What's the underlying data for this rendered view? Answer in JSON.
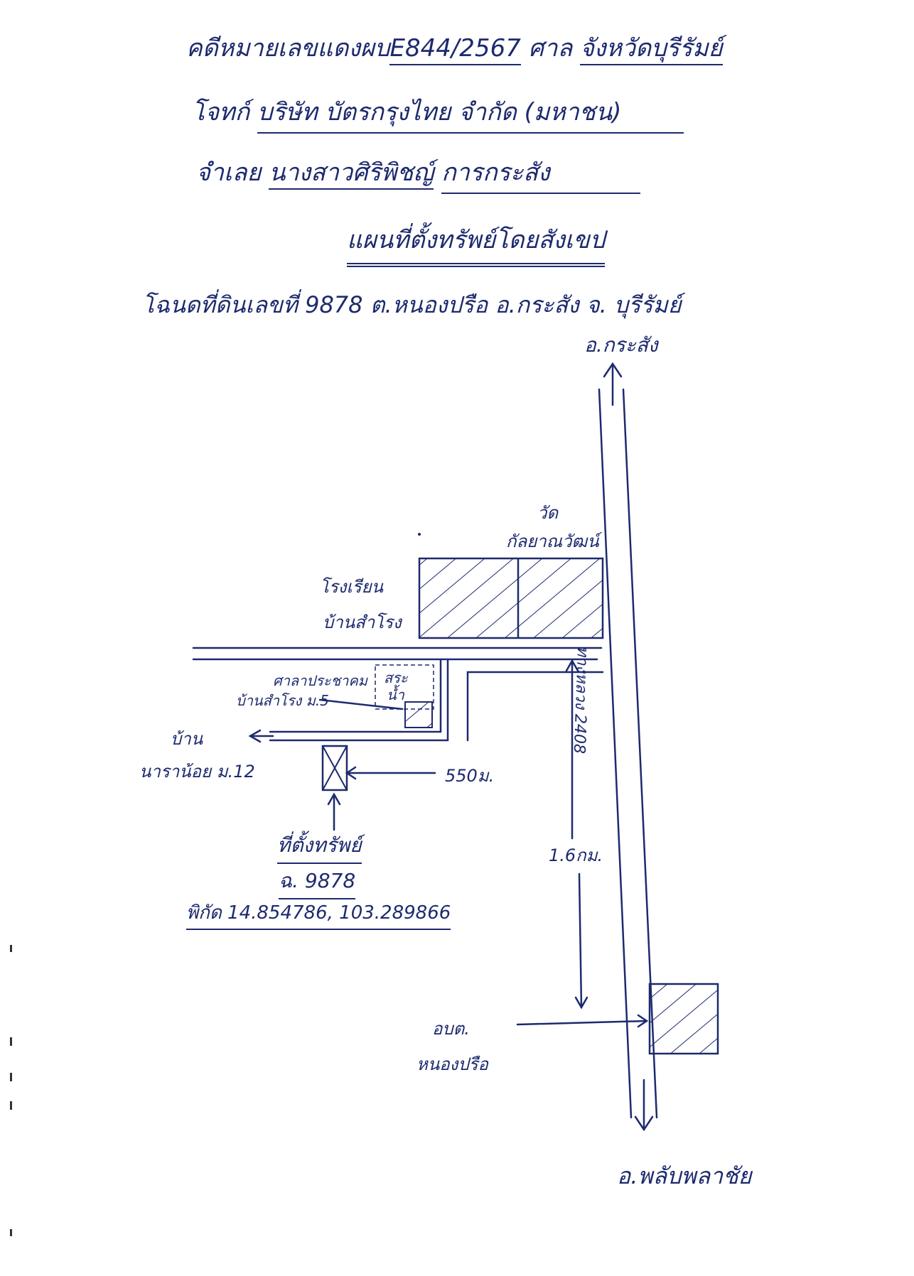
{
  "header": {
    "case_prefix": "คดีหมายเลขแดงผบ",
    "case_no": "E844/2567",
    "court_prefix": "ศาล",
    "court_name": "จังหวัดบุรีรัมย์",
    "plaintiff_label": "โจทก์",
    "plaintiff_name": "บริษัท บัตรกรุงไทย จำกัด (มหาชน)",
    "defendant_label": "จำเลย",
    "defendant_first": "นางสาวศิริพิชญ์",
    "defendant_last": "การกระสัง",
    "map_title": "แผนที่ตั้งทรัพย์โดยสังเขป",
    "deed_line": "โฉนดที่ดินเลขที่ 9878 ต.หนองปรือ อ.กระสัง จ. บุรีรัมย์"
  },
  "map": {
    "north_label": "อ.กระสัง",
    "south_label": "อ.พลับพลาชัย",
    "temple_1": "วัด",
    "temple_2": "กัลยาณวัฒน์",
    "school_1": "โรงเรียน",
    "school_2": "บ้านสำโรง",
    "hall_1": "ศาลาประชาคม",
    "hall_2": "บ้านสำโรง ม.5",
    "pond_1": "สระ",
    "pond_2": "น้ำ",
    "village_1": "บ้าน",
    "village_2": "นาราน้อย ม.12",
    "dist_550": "550ม.",
    "dist_16": "1.6กม.",
    "highway": "ทางหลวง 2408",
    "sao_1": "อบต.",
    "sao_2": "หนองปรือ",
    "property_1": "ที่ตั้งทรัพย์",
    "property_2": "ฉ. 9878",
    "coords": "พิกัด 14.854786, 103.289866"
  },
  "colors": {
    "ink": "#1d2a6e",
    "paper": "#ffffff"
  }
}
